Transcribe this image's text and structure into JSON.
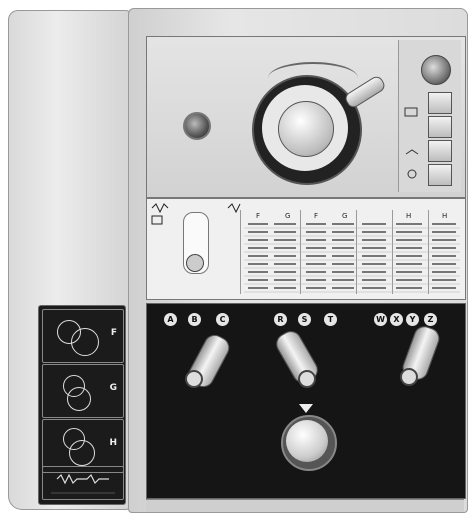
{
  "left_panel": {
    "boxes": [
      {
        "label": "F"
      },
      {
        "label": "G"
      },
      {
        "label": "H"
      }
    ]
  },
  "lower_panel": {
    "buttons": [
      "A",
      "B",
      "C",
      "R",
      "S",
      "T",
      "W",
      "X",
      "Y",
      "Z"
    ]
  },
  "feed_table": {
    "columns": [
      "F",
      "G",
      "F",
      "G",
      "H",
      "H"
    ]
  },
  "colors": {
    "panel_black": "#151515",
    "housing_gray": "#dcdcdc"
  },
  "icons": [
    "gear-train-icon",
    "feed-symbol-icon",
    "emergency-stop-icon",
    "indicator-lamp-icon",
    "selector-lever-icon"
  ]
}
